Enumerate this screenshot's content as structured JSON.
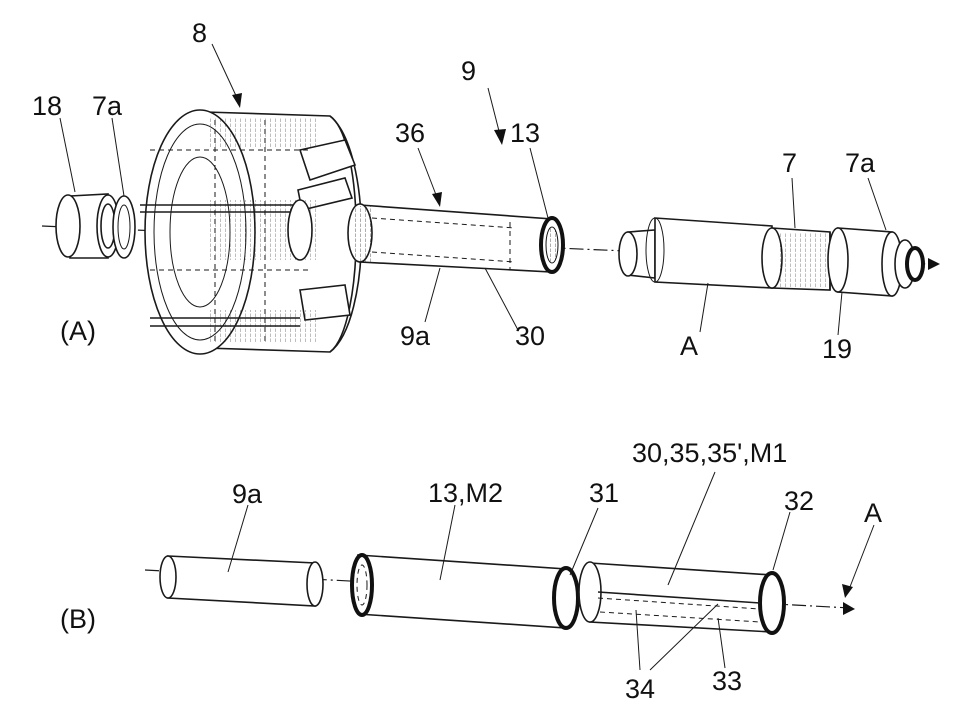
{
  "figure": {
    "panel_a": {
      "panel_label": "(A)",
      "labels": {
        "l8": "8",
        "l9": "9",
        "l18": "18",
        "l7a_left": "7a",
        "l36": "36",
        "l13": "13",
        "l7": "7",
        "l7a_right": "7a",
        "l9a": "9a",
        "l30": "30",
        "lA": "A",
        "l19": "19"
      }
    },
    "panel_b": {
      "panel_label": "(B)",
      "labels": {
        "l9a": "9a",
        "l13m2": "13,M2",
        "l31": "31",
        "l30group": "30,35,35',M1",
        "l32": "32",
        "lA": "A",
        "l34": "34",
        "l33": "33"
      }
    }
  }
}
